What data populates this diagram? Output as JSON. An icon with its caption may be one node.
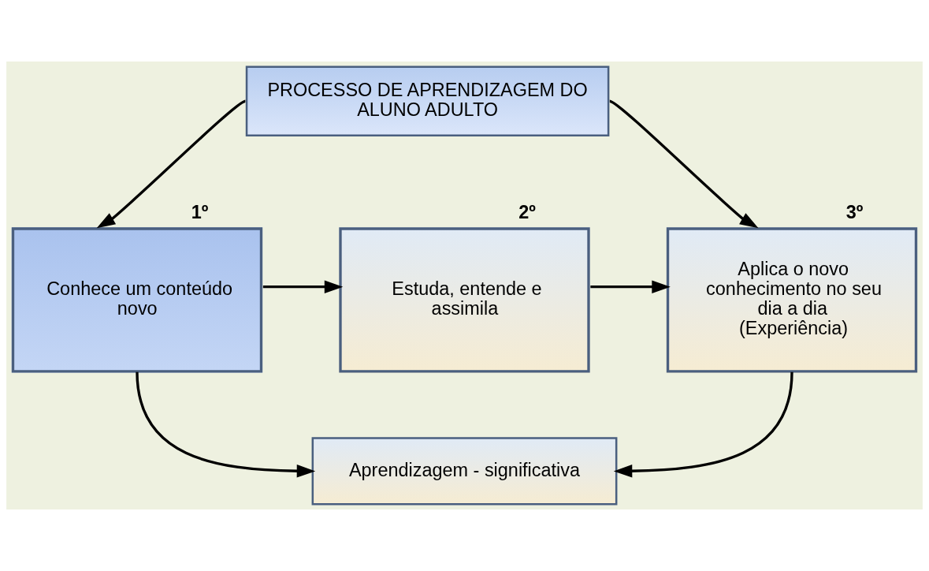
{
  "diagram": {
    "nodes": [
      {
        "text": [
          "PROCESSO DE APRENDIZAGEM DO ALUNO ADULTO"
        ]
      },
      {
        "text": [
          "Conhece um conteúdo novo"
        ],
        "beside": [
          "1º"
        ]
      },
      {
        "text": [
          "Estuda, entende e assimila"
        ],
        "beside": [
          "2º"
        ]
      },
      {
        "text": [
          "Aplica o novo conhecimento no seu dia a dia (Experiência)"
        ],
        "beside": [
          "3º"
        ]
      },
      {
        "text": [
          "Aprendizagem - significativa"
        ]
      }
    ],
    "edges": [
      {
        "from": 0,
        "to": 1,
        "arrow": "to"
      },
      {
        "from": 0,
        "to": 3,
        "arrow": "to"
      },
      {
        "from": 1,
        "to": 2,
        "arrow": "to"
      },
      {
        "from": 2,
        "to": 3,
        "arrow": "to"
      },
      {
        "from": 1,
        "to": 4,
        "arrow": "to"
      },
      {
        "from": 3,
        "to": 4,
        "arrow": "to"
      }
    ]
  }
}
